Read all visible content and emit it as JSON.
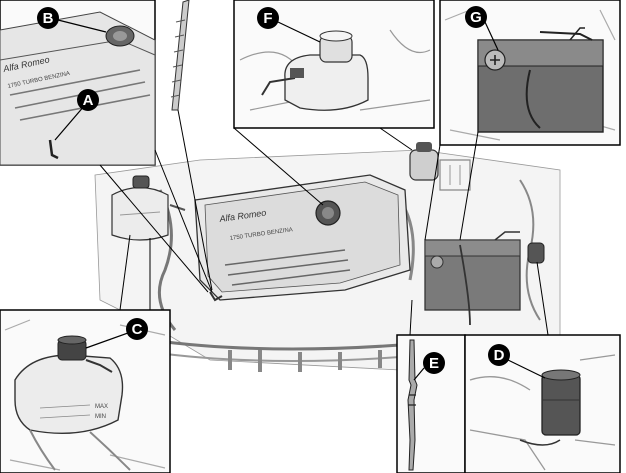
{
  "figure": {
    "callouts": [
      {
        "id": "A",
        "label": "A"
      },
      {
        "id": "B",
        "label": "B"
      },
      {
        "id": "C",
        "label": "C"
      },
      {
        "id": "D",
        "label": "D"
      },
      {
        "id": "E",
        "label": "E"
      },
      {
        "id": "F",
        "label": "F"
      },
      {
        "id": "G",
        "label": "G"
      }
    ],
    "engine_cover": {
      "brand_script": "Alfa Romeo",
      "engine_text": "1750 TURBO BENZINA"
    },
    "coolant_tank": {
      "max_mark": "MAX",
      "min_mark": "MIN"
    }
  }
}
